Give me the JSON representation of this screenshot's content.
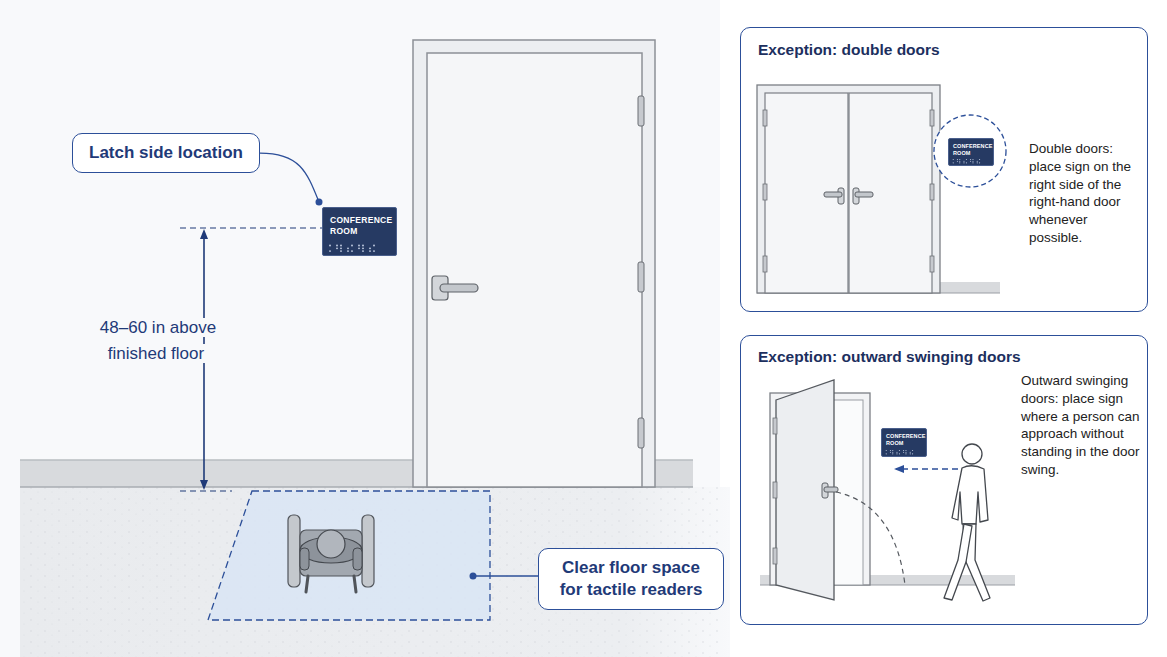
{
  "diagram": {
    "nodes": [
      {
        "text": [
          "Latch side location"
        ]
      },
      {
        "text": [
          "CONFERENCE ROOM"
        ]
      },
      {
        "text": [
          "Clear floor space for tactile readers"
        ]
      },
      {
        "text": [
          "Exception: double doors",
          "Double doors: place sign on the right side of the right-hand door whenever possible."
        ]
      },
      {
        "text": [
          "CONFERENCE ROOM"
        ],
        "in": 3
      },
      {
        "text": [
          "Exception: outward swinging doors",
          "Outward swinging doors: place sign where a person can approach without standing in the door swing."
        ]
      },
      {
        "text": [
          "CONFERENCE ROOM"
        ],
        "in": 5
      }
    ],
    "edges": [
      {
        "from": 0,
        "to": 1,
        "arrow": "none"
      }
    ],
    "labels": [
      "48–60 in above finished floor"
    ]
  }
}
